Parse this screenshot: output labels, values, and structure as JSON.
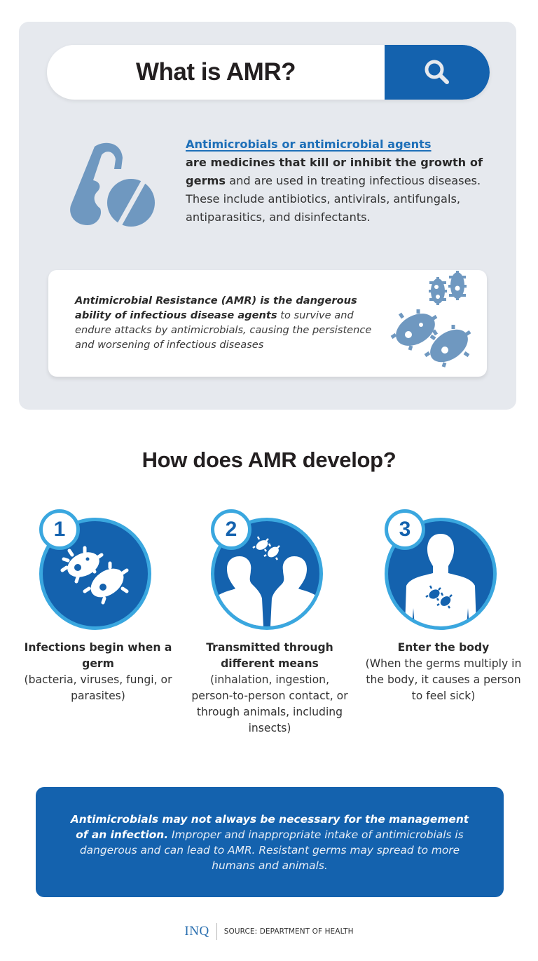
{
  "search": {
    "title": "What is AMR?",
    "icon": "search-icon"
  },
  "definition": {
    "icon": "pill-capsule-icon",
    "term": "Antimicrobials or antimicrobial agents",
    "bold": "are medicines that kill or inhibit the growth of germs",
    "rest": " and are used in treating infectious diseases. These include antibiotics, antivirals, antifungals, antiparasitics, and disinfectants."
  },
  "amr_card": {
    "bold": "Antimicrobial Resistance (AMR) is the dangerous ability of infectious disease agents",
    "rest": " to survive and endure attacks by antimicrobials, causing the persistence and worsening of infectious diseases",
    "icon": "germs-icon"
  },
  "section": {
    "title": "How does AMR develop?"
  },
  "steps": [
    {
      "number": "1",
      "icon": "germs-icon",
      "heading": "Infections begin when a germ",
      "detail": "(bacteria, viruses, fungi, or parasites)"
    },
    {
      "number": "2",
      "icon": "people-transmission-icon",
      "heading": "Transmitted through different means",
      "detail": "(inhalation, ingestion, person-to-person contact, or through animals, including insects)"
    },
    {
      "number": "3",
      "icon": "body-infection-icon",
      "heading": "Enter the body",
      "detail": "(When the germs multiply in the body, it causes a person to feel sick)"
    }
  ],
  "note": {
    "bold": "Antimicrobials may not always be necessary for the management of an infection.",
    "rest": " Improper and inappropriate intake of antimicrobials is dangerous and can lead to AMR. Resistant germs may spread to more humans and animals."
  },
  "footer": {
    "logo": "INQ",
    "source": "SOURCE: DEPARTMENT OF HEALTH"
  },
  "colors": {
    "primary_blue": "#1462ae",
    "ring_blue": "#3aa7df",
    "icon_slate": "#6f98c0",
    "panel_gray": "#e6e9ee",
    "link_blue": "#1d6fb8"
  }
}
